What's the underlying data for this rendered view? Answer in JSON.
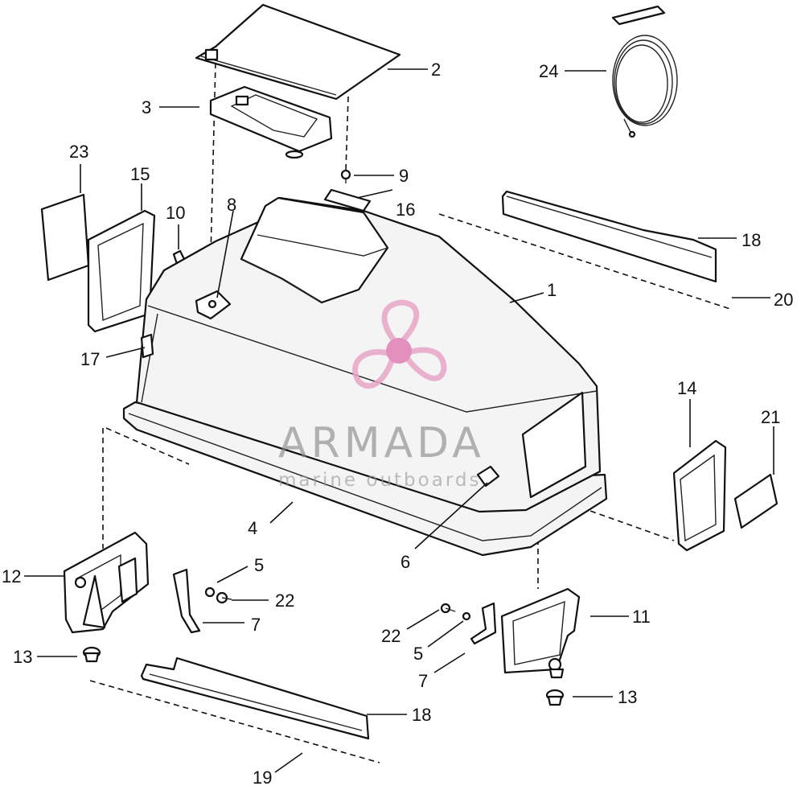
{
  "diagram": {
    "callouts": {
      "c1": "1",
      "c2": "2",
      "c3": "3",
      "c4": "4",
      "c5a": "5",
      "c5b": "5",
      "c6": "6",
      "c7a": "7",
      "c7b": "7",
      "c8": "8",
      "c9": "9",
      "c10": "10",
      "c11": "11",
      "c12": "12",
      "c13a": "13",
      "c13b": "13",
      "c14": "14",
      "c15": "15",
      "c16": "16",
      "c17": "17",
      "c18a": "18",
      "c18b": "18",
      "c19": "19",
      "c20": "20",
      "c21": "21",
      "c22a": "22",
      "c22b": "22",
      "c23": "23",
      "c24": "24"
    }
  },
  "watermark": {
    "brand": "ARMADA",
    "tagline": "marine outboards",
    "logo_color": "#e8a6c8",
    "logo_hub_color": "#e17fb4"
  }
}
